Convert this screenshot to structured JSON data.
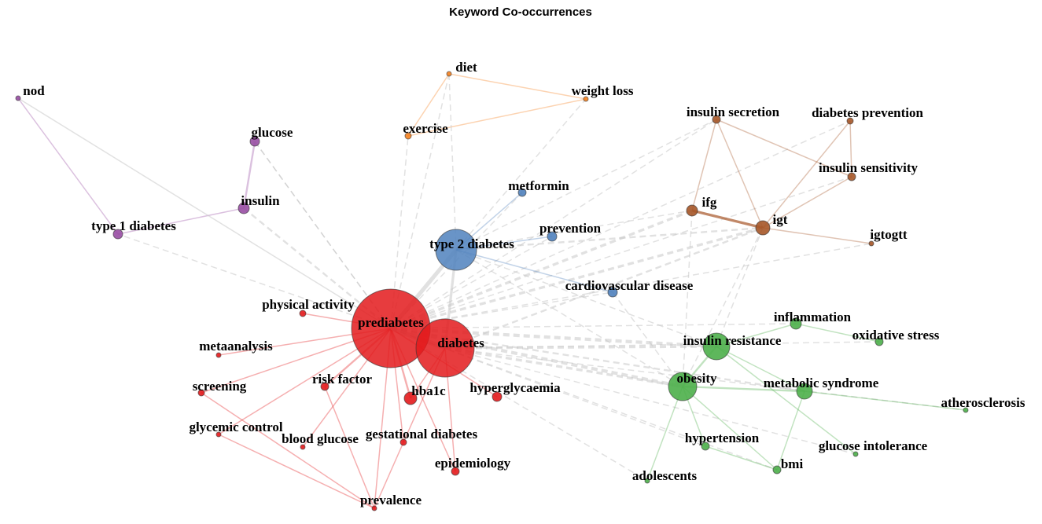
{
  "title": "Keyword Co-occurrences",
  "colors": {
    "red": "#e31a1c",
    "blue": "#4f81bd",
    "green": "#4daf4a",
    "purple": "#984ea3",
    "orange": "#f58220",
    "brown": "#a65628",
    "edge": "#c8c8c8"
  },
  "nodes": [
    {
      "id": "prediabetes",
      "label": "prediabetes",
      "cluster": "red"
    },
    {
      "id": "diabetes",
      "label": "diabetes",
      "cluster": "red"
    },
    {
      "id": "physical-activity",
      "label": "physical activity",
      "cluster": "red"
    },
    {
      "id": "metaanalysis",
      "label": "metaanalysis",
      "cluster": "red"
    },
    {
      "id": "screening",
      "label": "screening",
      "cluster": "red"
    },
    {
      "id": "risk-factor",
      "label": "risk factor",
      "cluster": "red"
    },
    {
      "id": "hba1c",
      "label": "hba1c",
      "cluster": "red"
    },
    {
      "id": "hyperglycaemia",
      "label": "hyperglycaemia",
      "cluster": "red"
    },
    {
      "id": "glycemic-control",
      "label": "glycemic control",
      "cluster": "red"
    },
    {
      "id": "blood-glucose",
      "label": "blood glucose",
      "cluster": "red"
    },
    {
      "id": "gestational-diabetes",
      "label": "gestational diabetes",
      "cluster": "red"
    },
    {
      "id": "epidemiology",
      "label": "epidemiology",
      "cluster": "red"
    },
    {
      "id": "prevalence",
      "label": "prevalence",
      "cluster": "red"
    },
    {
      "id": "type-2-diabetes",
      "label": "type 2 diabetes",
      "cluster": "blue"
    },
    {
      "id": "metformin",
      "label": "metformin",
      "cluster": "blue"
    },
    {
      "id": "prevention",
      "label": "prevention",
      "cluster": "blue"
    },
    {
      "id": "cardiovascular-disease",
      "label": "cardiovascular disease",
      "cluster": "blue"
    },
    {
      "id": "nod",
      "label": "nod",
      "cluster": "purple"
    },
    {
      "id": "glucose",
      "label": "glucose",
      "cluster": "purple"
    },
    {
      "id": "insulin",
      "label": "insulin",
      "cluster": "purple"
    },
    {
      "id": "type-1-diabetes",
      "label": "type 1 diabetes",
      "cluster": "purple"
    },
    {
      "id": "diet",
      "label": "diet",
      "cluster": "orange"
    },
    {
      "id": "exercise",
      "label": "exercise",
      "cluster": "orange"
    },
    {
      "id": "weight-loss",
      "label": "weight loss",
      "cluster": "orange"
    },
    {
      "id": "insulin-secretion",
      "label": "insulin secretion",
      "cluster": "brown"
    },
    {
      "id": "diabetes-prevention",
      "label": "diabetes prevention",
      "cluster": "brown"
    },
    {
      "id": "insulin-sensitivity",
      "label": "insulin sensitivity",
      "cluster": "brown"
    },
    {
      "id": "ifg",
      "label": "ifg",
      "cluster": "brown"
    },
    {
      "id": "igt",
      "label": "igt",
      "cluster": "brown"
    },
    {
      "id": "igtogtt",
      "label": "igtogtt",
      "cluster": "brown"
    },
    {
      "id": "inflammation",
      "label": "inflammation",
      "cluster": "green"
    },
    {
      "id": "oxidative-stress",
      "label": "oxidative stress",
      "cluster": "green"
    },
    {
      "id": "insulin-resistance",
      "label": "insulin resistance",
      "cluster": "green"
    },
    {
      "id": "obesity",
      "label": "obesity",
      "cluster": "green"
    },
    {
      "id": "metabolic-syndrome",
      "label": "metabolic syndrome",
      "cluster": "green"
    },
    {
      "id": "atherosclerosis",
      "label": "atherosclerosis",
      "cluster": "green"
    },
    {
      "id": "hypertension",
      "label": "hypertension",
      "cluster": "green"
    },
    {
      "id": "glucose-intolerance",
      "label": "glucose intolerance",
      "cluster": "green"
    },
    {
      "id": "bmi",
      "label": "bmi",
      "cluster": "green"
    },
    {
      "id": "adolescents",
      "label": "adolescents",
      "cluster": "green"
    }
  ]
}
